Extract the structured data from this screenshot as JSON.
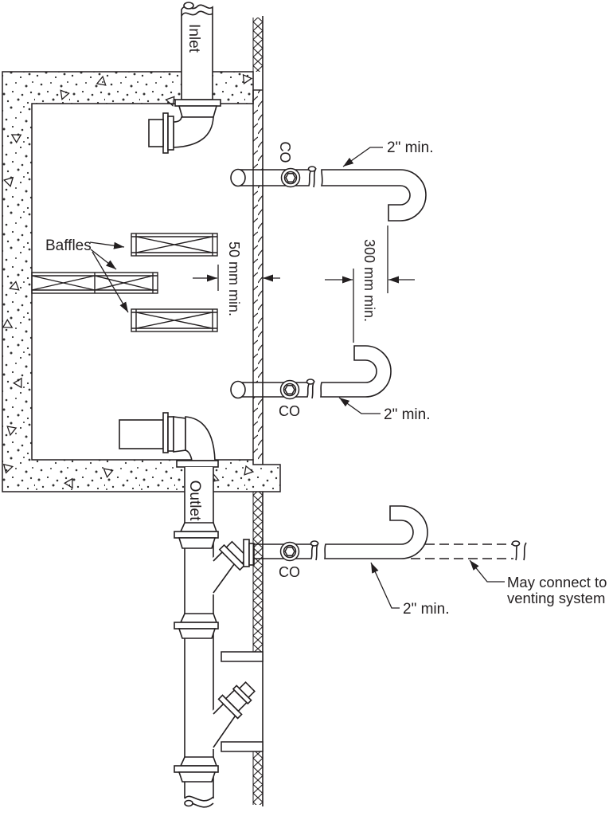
{
  "labels": {
    "inlet": "Inlet",
    "outlet": "Outlet",
    "baffles": "Baffles",
    "cleanout_top": "CO",
    "cleanout_middle": "CO",
    "cleanout_bottom": "CO"
  },
  "dimensions": {
    "baffle_wall_gap": "50 mm min.",
    "vent_offset": "300 mm min.",
    "vent_size_top": "2\" min.",
    "vent_size_middle": "2\" min.",
    "vent_size_bottom": "2\" min."
  },
  "notes": {
    "venting_line1": "May connect to",
    "venting_line2": "venting system"
  },
  "colors": {
    "line": "#231f20",
    "background": "#ffffff"
  }
}
